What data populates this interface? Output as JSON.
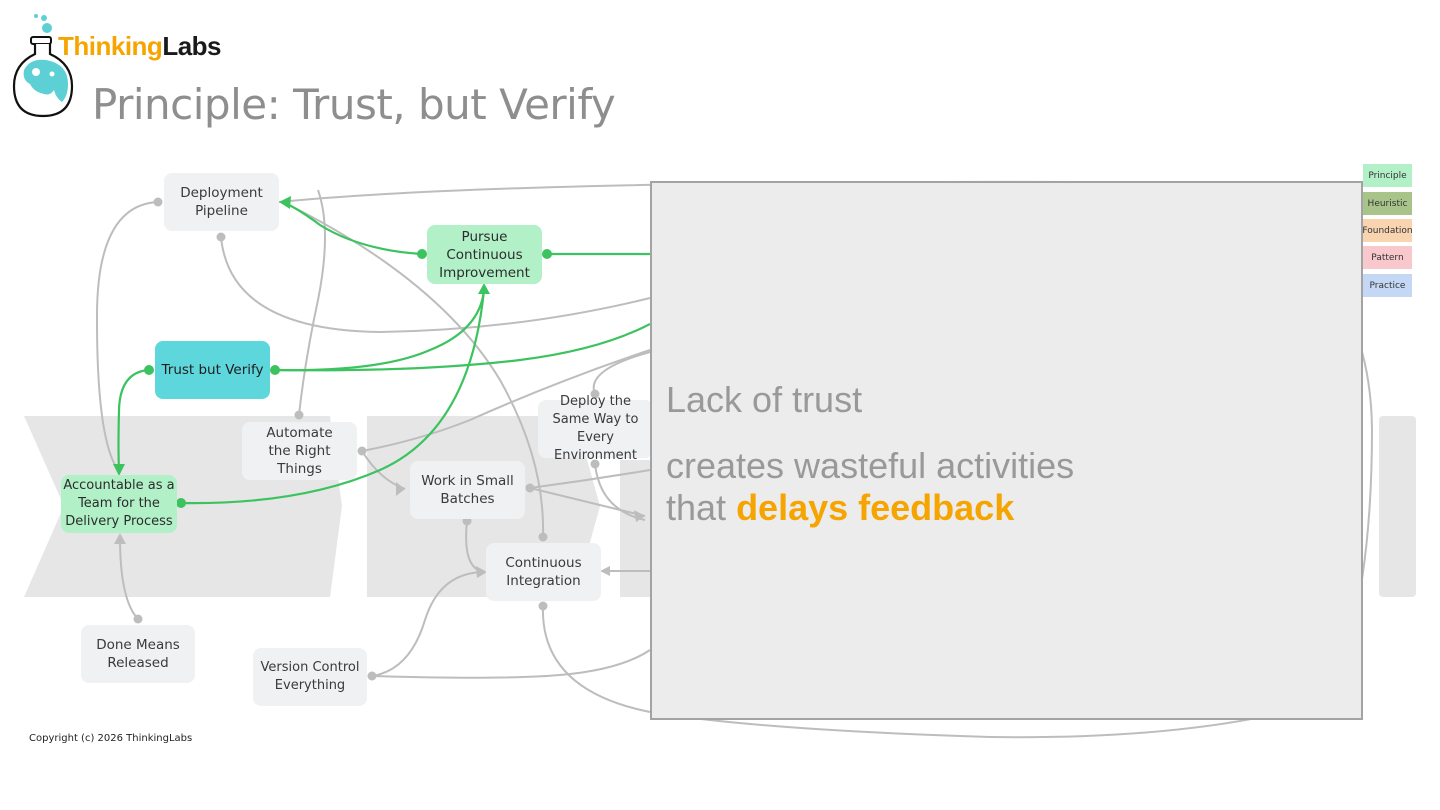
{
  "brand": {
    "thinking": "Thinking",
    "labs": "Labs"
  },
  "title": "Principle: Trust, but Verify",
  "nodes": {
    "deployment_pipeline": "Deployment Pipeline",
    "pursue_continuous_improvement": "Pursue Continuous Improvement",
    "trust_but_verify": "Trust but Verify",
    "accountable_team": "Accountable as a Team for the Delivery Process",
    "automate_right_things": "Automate the Right Things",
    "deploy_same_way": "Deploy the Same Way to Every Environment",
    "work_small_batches": "Work in Small Batches",
    "continuous_integration": "Continuous Integration",
    "done_means_released": "Done Means Released",
    "version_control_everything": "Version Control Everything"
  },
  "overlay": {
    "line1": "Lack of trust",
    "line2": "creates wasteful activities",
    "line3_prefix": "that ",
    "line3_highlight": "delays feedback"
  },
  "legend": [
    {
      "label": "Principle",
      "color": "#b2f0c8"
    },
    {
      "label": "Heuristic",
      "color": "#a9c48a"
    },
    {
      "label": "Foundation",
      "color": "#f9d4b0"
    },
    {
      "label": "Pattern",
      "color": "#f9c8cc"
    },
    {
      "label": "Practice",
      "color": "#c4d8f5"
    }
  ],
  "colors": {
    "accent": "#f5a400",
    "edge_highlight": "#3cc35f",
    "edge": "#bdbdbd"
  },
  "copyright": "Copyright (c) 2026 ThinkingLabs"
}
